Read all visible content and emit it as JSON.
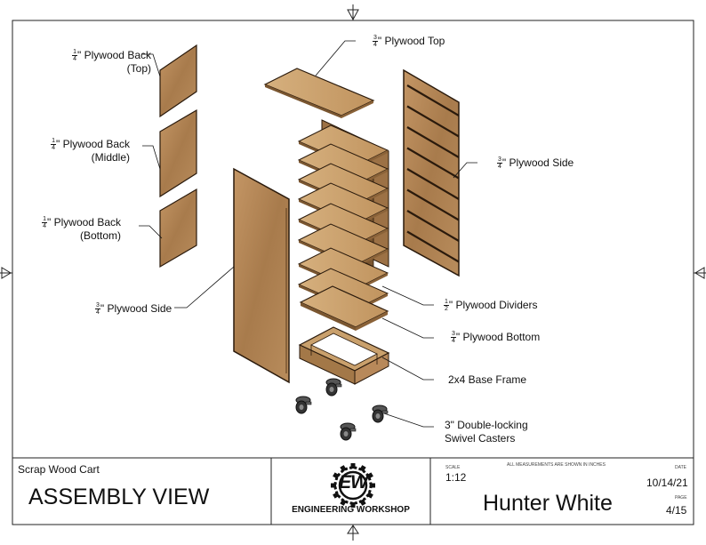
{
  "labels": {
    "back_top": {
      "frac": [
        "1",
        "4"
      ],
      "line1": "\" Plywood Back",
      "line2": "(Top)"
    },
    "back_middle": {
      "frac": [
        "1",
        "4"
      ],
      "line1": "\" Plywood Back",
      "line2": "(Middle)"
    },
    "back_bottom": {
      "frac": [
        "1",
        "4"
      ],
      "line1": "\" Plywood Back",
      "line2": "(Bottom)"
    },
    "side_left": {
      "frac": [
        "3",
        "4"
      ],
      "line1": "\" Plywood Side"
    },
    "top": {
      "frac": [
        "3",
        "4"
      ],
      "line1": "\" Plywood Top"
    },
    "side_right": {
      "frac": [
        "3",
        "4"
      ],
      "line1": "\" Plywood Side"
    },
    "dividers": {
      "frac": [
        "1",
        "2"
      ],
      "line1": "\" Plywood Dividers"
    },
    "bottom": {
      "frac": [
        "3",
        "4"
      ],
      "line1": "\" Plywood Bottom"
    },
    "base_frame": {
      "line1": "2x4 Base Frame"
    },
    "casters": {
      "line1": "3\" Double-locking",
      "line2": "Swivel Casters"
    }
  },
  "title_block": {
    "project": "Scrap Wood Cart",
    "view": "ASSEMBLY VIEW",
    "logo_text": "EW",
    "logo_caption": "ENGINEERING WORKSHOP",
    "scale_label": "SCALE",
    "scale": "1:12",
    "note": "ALL MEASUREMENTS ARE SHOWN IN INCHES",
    "date_label": "DATE",
    "date": "10/14/21",
    "author": "Hunter White",
    "page_label": "PAGE",
    "page": "4/15"
  },
  "colors": {
    "wood": "#b08556",
    "wood_light": "#c89e6a",
    "wood_dark": "#7a5630",
    "edge": "#2a1a0c",
    "line": "#111111"
  }
}
